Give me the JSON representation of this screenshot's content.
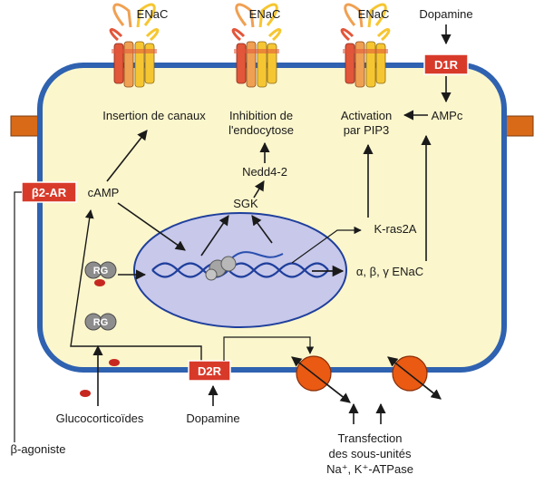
{
  "colors": {
    "cell_fill": "#fbf6cc",
    "cell_border": "#2f62b0",
    "nucleus_fill": "#c7c8ea",
    "nucleus_border": "#1f3f9c",
    "receptor_box": "#d83a2a",
    "channel_orange": "#f0a052",
    "channel_red": "#e2563a",
    "channel_yellow": "#f6c632",
    "pump": "#ea5a12",
    "connector": "#d96a18",
    "ligand": "#c62820"
  },
  "labels": {
    "enac_1": "ENaC",
    "enac_2": "ENaC",
    "enac_3": "ENaC",
    "dopamine_top": "Dopamine",
    "d1r": "D1R",
    "ampc": "AMPc",
    "insertion": "Insertion de canaux",
    "inhibition_1": "Inhibition de",
    "inhibition_2": "l'endocytose",
    "activation_1": "Activation",
    "activation_2": "par PIP3",
    "b2ar": "β2-AR",
    "camp": "cAMP",
    "nedd": "Nedd4-2",
    "sgk": "SGK",
    "kras": "K-ras2A",
    "subunits": "α, β, γ ENaC",
    "rg": "RG",
    "d2r": "D2R",
    "glucocorticoides": "Glucocorticoïdes",
    "dopamine_bottom": "Dopamine",
    "b_agoniste": "β-agoniste",
    "transfection_1": "Transfection",
    "transfection_2": "des sous-unités",
    "transfection_3": "Na⁺, K⁺-ATPase"
  }
}
